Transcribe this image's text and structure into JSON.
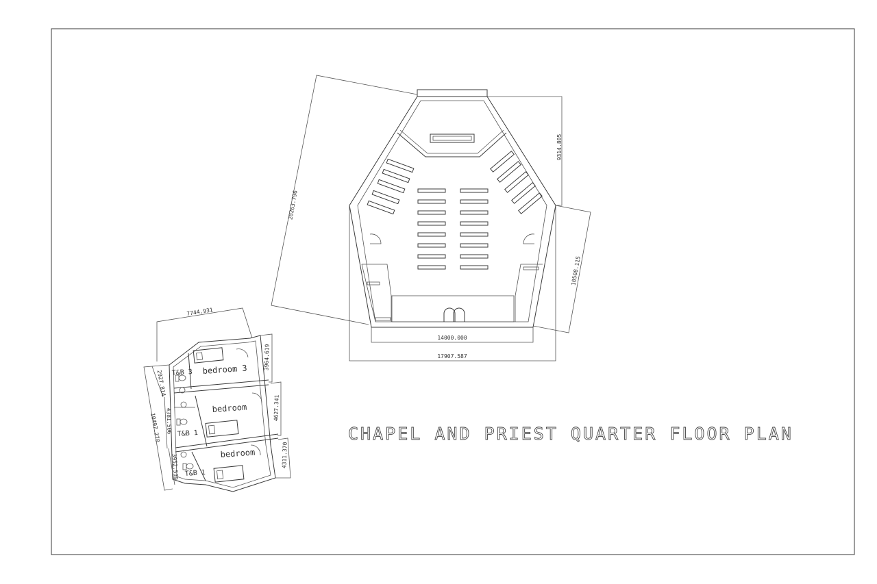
{
  "title": "CHAPEL AND PRIEST QUARTER FLOOR PLAN",
  "chapel": {
    "dimensions": {
      "diagonal_left": "20263.796",
      "top_right": "9314.805",
      "right_side": "10508.115",
      "inner_width": "14000.000",
      "overall_width": "17907.587"
    }
  },
  "quarters": {
    "dimensions": {
      "top_width": "7744.931",
      "top_right": "3964.619",
      "left_small": "2927.814",
      "middle_right": "4627.341",
      "left_total": "10497.270",
      "left_middle": "4381.506",
      "bottom_right": "4311.370",
      "bottom_left": "3952.539"
    },
    "rooms": {
      "bedroom_3": "bedroom 3",
      "bedroom_2": "bedroom",
      "bedroom_1": "bedroom",
      "tb_3": "T&B 3",
      "tb_2": "T&B 1",
      "tb_1": "T&B 1"
    }
  }
}
